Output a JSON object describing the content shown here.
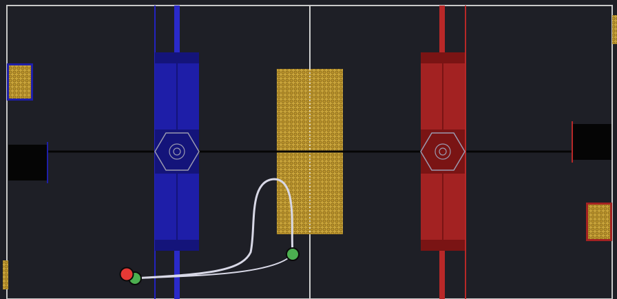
{
  "app": {
    "view": "field-path-editor"
  },
  "colors": {
    "background": "#1e1f26",
    "border": "#c9c9c9",
    "blue_alliance": "#1e1ea8",
    "blue_alliance_dark": "#14147a",
    "red_alliance": "#a32222",
    "red_alliance_dark": "#7a1414",
    "fuel": "#c9a43a",
    "fuel_dot": "#8a6a1a",
    "path": "#d8d8e6",
    "waypoint": "#4caf50",
    "robot_start": "#e53935",
    "hub_outline": "#9a9ab0"
  },
  "icons": {
    "blue_hub": "hexagon-target-icon",
    "red_hub": "hexagon-target-icon",
    "start_marker": "red-circle-icon",
    "waypoint_marker": "green-circle-icon"
  },
  "path": {
    "start_point": {
      "label": "robot-start",
      "color": "red"
    },
    "waypoints": [
      {
        "label": "waypoint-start",
        "color": "green"
      },
      {
        "label": "waypoint-end",
        "color": "green"
      }
    ]
  }
}
